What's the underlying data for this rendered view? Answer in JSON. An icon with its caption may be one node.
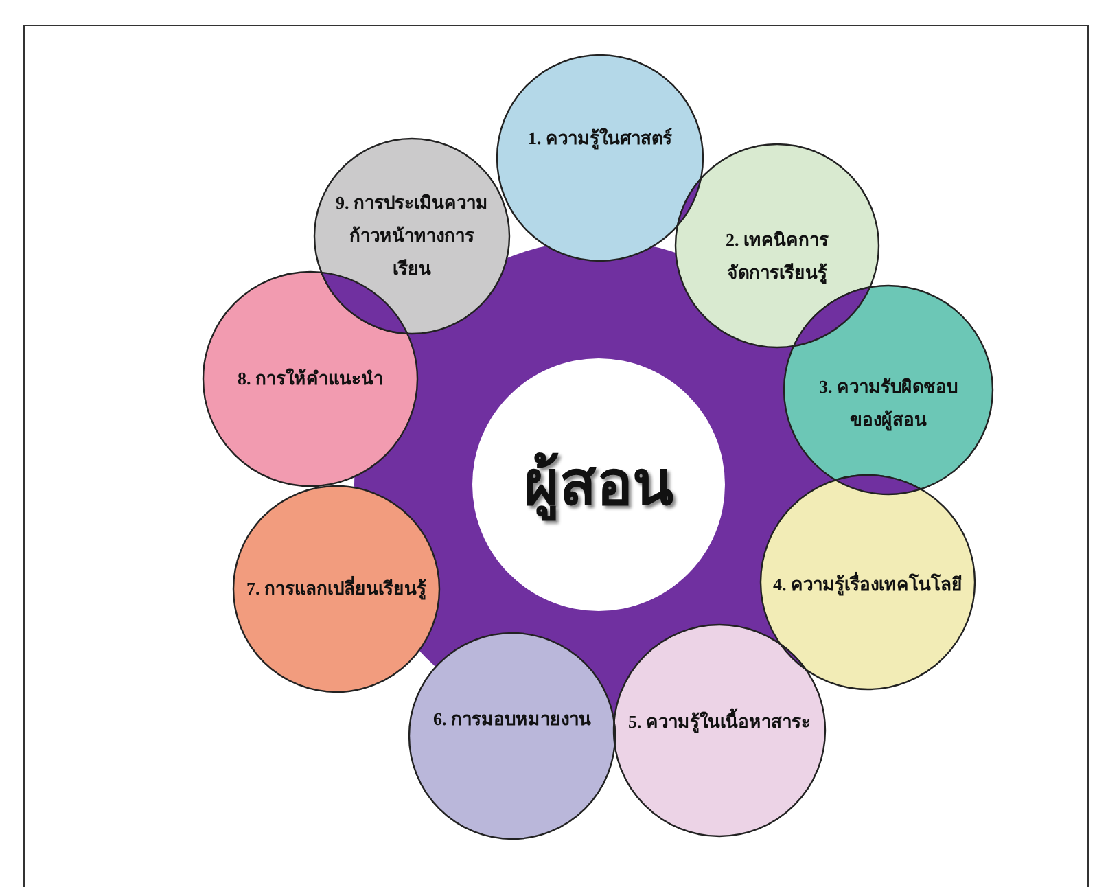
{
  "diagram": {
    "nodes": [
      {
        "text": [
          "ผู้สอน"
        ]
      },
      {
        "text": [
          "1. ความรู้ในศาสตร์"
        ]
      },
      {
        "text": [
          "2. เทคนิคการจัดการเรียนรู้"
        ]
      },
      {
        "text": [
          "3. ความรับผิดชอบของผู้สอน"
        ]
      },
      {
        "text": [
          "4. ความรู้เรื่องเทคโนโลยี"
        ]
      },
      {
        "text": [
          "5. ความรู้ในเนื้อหาสาระ"
        ]
      },
      {
        "text": [
          "6. การมอบหมายงาน"
        ]
      },
      {
        "text": [
          "7. การแลกเปลี่ยนเรียนรู้"
        ]
      },
      {
        "text": [
          "8. การให้คำแนะนำ"
        ]
      },
      {
        "text": [
          "9. การประเมินความก้าวหน้าทางการเรียน"
        ]
      }
    ]
  }
}
